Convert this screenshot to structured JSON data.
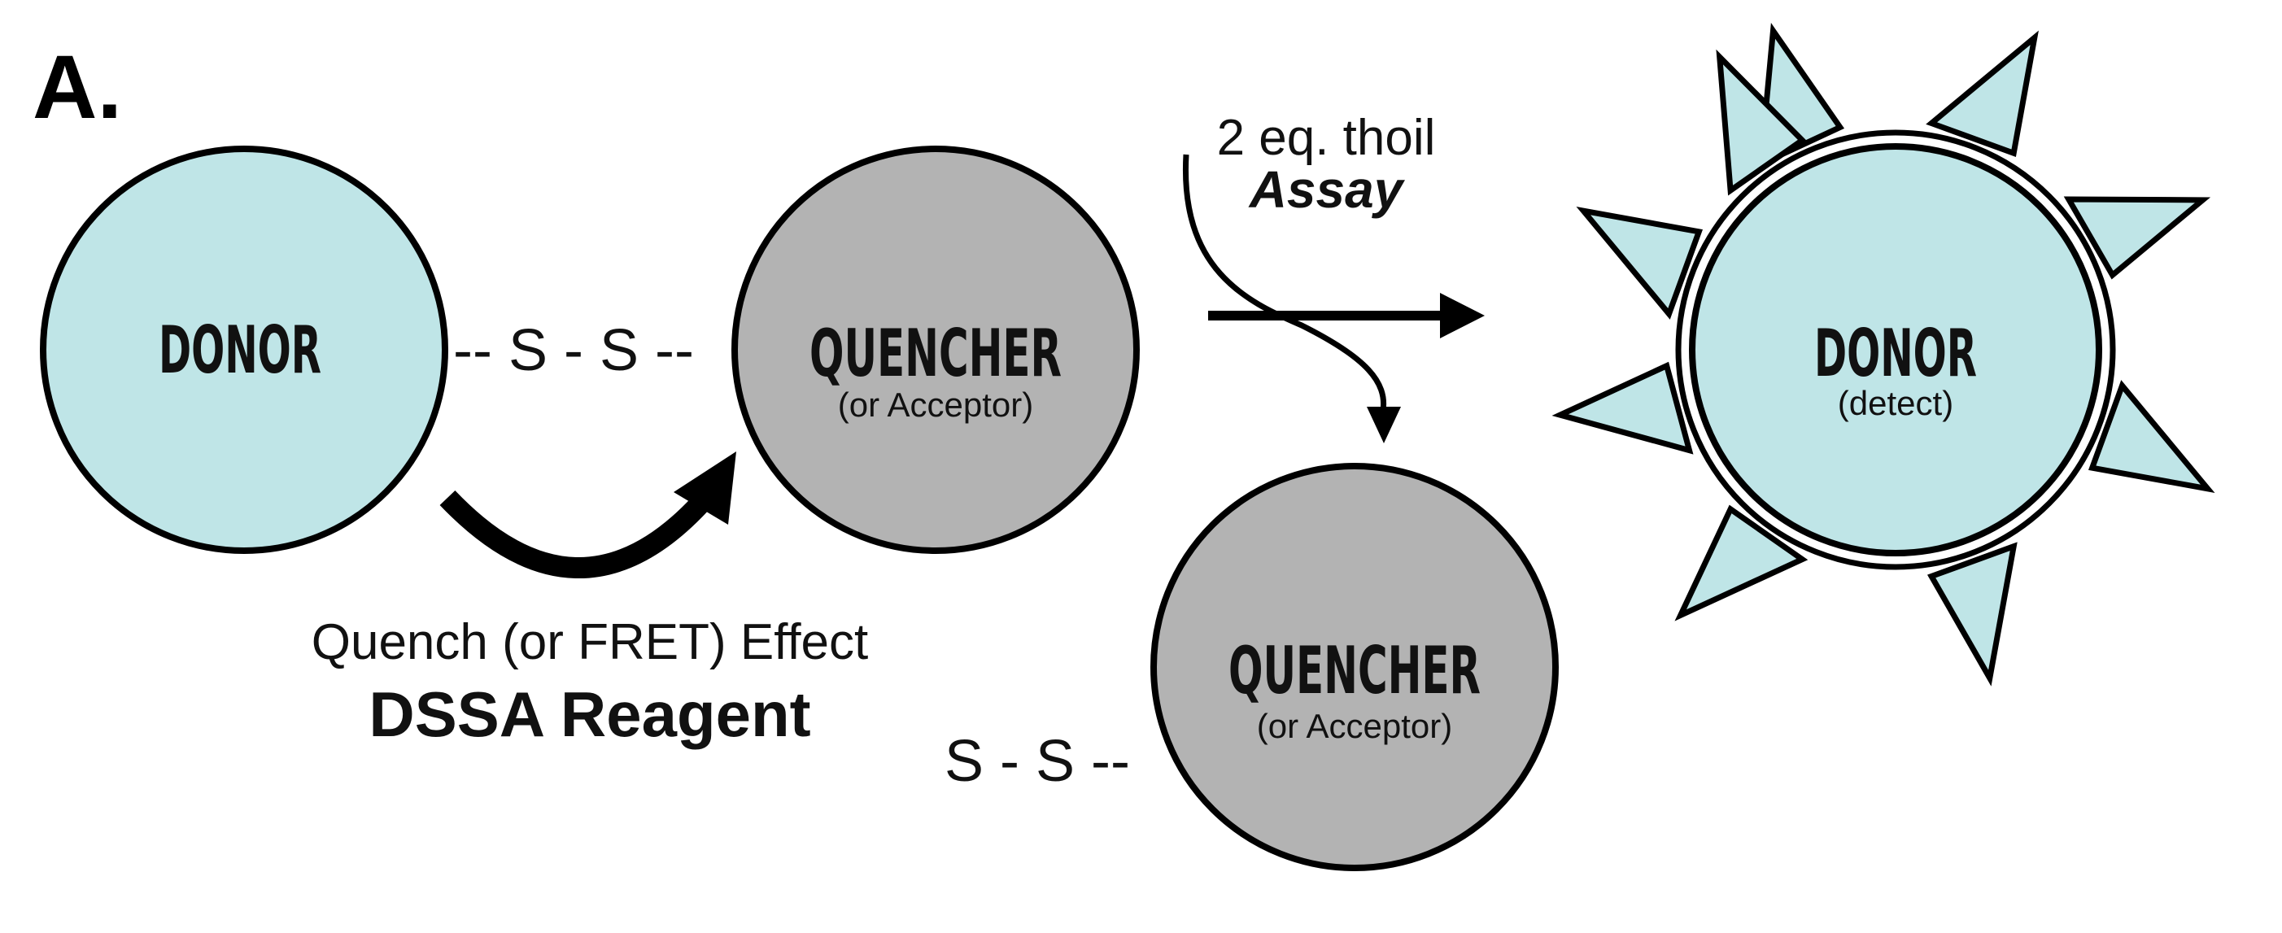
{
  "panel_label": "A.",
  "left_group": {
    "donor_label": "DONOR",
    "linker": "-- S - S --",
    "quencher_label": "QUENCHER",
    "quencher_sub": "(or Acceptor)",
    "effect_text": "Quench (or FRET) Effect",
    "reagent_text": "DSSA Reagent"
  },
  "reaction": {
    "reagent_text": "2 eq. thoil",
    "assay_text": "Assay"
  },
  "released_quencher": {
    "linker": "S - S --",
    "label": "QUENCHER",
    "sub": "(or Acceptor)"
  },
  "product_donor": {
    "label": "DONOR",
    "sub": "(detect)"
  },
  "colors": {
    "donor_fill": "#bfe5e7",
    "quencher_fill": "#b3b3b3",
    "stroke": "#000000",
    "background": "#ffffff"
  }
}
